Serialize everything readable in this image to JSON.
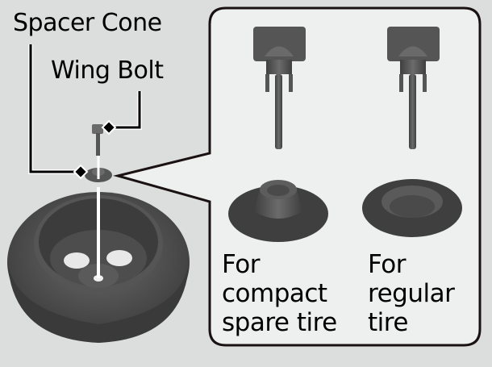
{
  "labels": {
    "spacer_cone": "Spacer Cone",
    "wing_bolt": "Wing Bolt"
  },
  "callout": {
    "compact": {
      "line1": "For",
      "line2": "compact",
      "line3": "spare tire"
    },
    "regular": {
      "line1": "For",
      "line2": "regular",
      "line3": "tire"
    }
  },
  "colors": {
    "background": "#dcdddd",
    "callout_fill": "#eef0ef",
    "parts": "#4a4a4a",
    "outline": "#1a1212"
  }
}
